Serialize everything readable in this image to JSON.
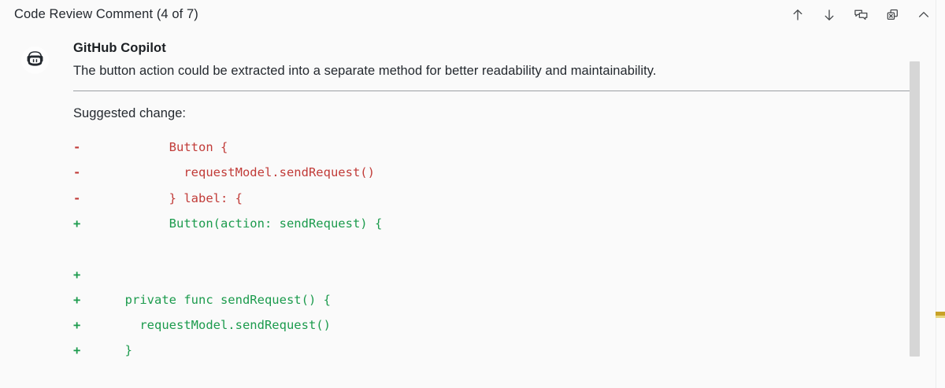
{
  "header": {
    "title": "Code Review Comment (4 of 7)",
    "actions": [
      {
        "name": "previous-comment-button",
        "icon": "arrow-up-icon",
        "label": "Previous comment"
      },
      {
        "name": "next-comment-button",
        "icon": "arrow-down-icon",
        "label": "Next comment"
      },
      {
        "name": "comments-button",
        "icon": "comment-discussion-icon",
        "label": "Comments"
      },
      {
        "name": "dismiss-button",
        "icon": "copy-dismiss-icon",
        "label": "Dismiss"
      },
      {
        "name": "collapse-button",
        "icon": "chevron-up-icon",
        "label": "Collapse"
      }
    ]
  },
  "comment": {
    "avatar_icon": "github-copilot-icon",
    "author": "GitHub Copilot",
    "text": "The button action could be extracted into a separate method for better readability and maintainability.",
    "suggested_change_label": "Suggested change:"
  },
  "diff": {
    "lines": [
      {
        "type": "del",
        "marker": "-",
        "code": "        Button {"
      },
      {
        "type": "del",
        "marker": "-",
        "code": "          requestModel.sendRequest()"
      },
      {
        "type": "del",
        "marker": "-",
        "code": "        } label: {"
      },
      {
        "type": "add",
        "marker": "+",
        "code": "        Button(action: sendRequest) {"
      },
      {
        "type": "blank",
        "marker": "",
        "code": ""
      },
      {
        "type": "add",
        "marker": "+",
        "code": ""
      },
      {
        "type": "add",
        "marker": "+",
        "code": "  private func sendRequest() {"
      },
      {
        "type": "add",
        "marker": "+",
        "code": "    requestModel.sendRequest()"
      },
      {
        "type": "add",
        "marker": "+",
        "code": "  }"
      }
    ]
  },
  "colors": {
    "background": "#fafafa",
    "text": "#24292f",
    "deletion": "#c13b38",
    "addition": "#1c9b4d",
    "divider": "#9b9fa3",
    "scrollbar": "#d6d6d6",
    "ruler_mark": "#c9a227"
  },
  "scrollbar": {
    "name": "vertical-scrollbar"
  }
}
